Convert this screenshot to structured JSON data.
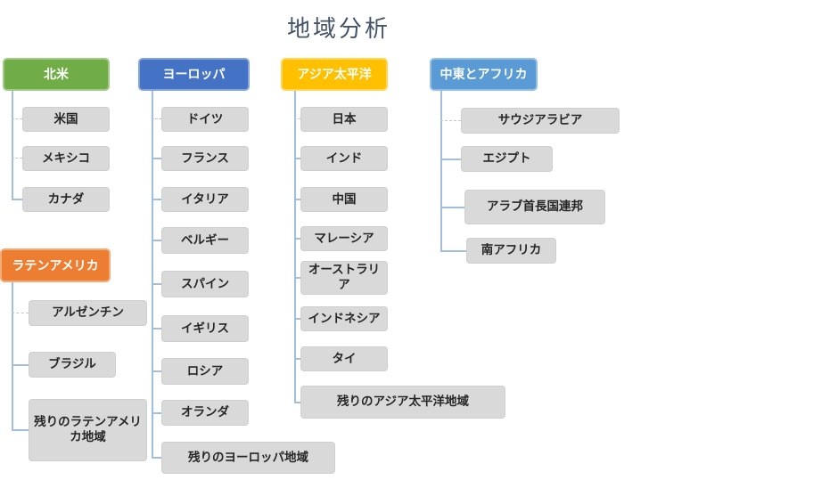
{
  "title": "地域分析",
  "colors": {
    "title_text": "#44546A",
    "node_fill": "#D9D9D9",
    "connector_blue": "#A3BEDC",
    "connector_dashed_gray": "#C6C6C6",
    "north_america": "#70AD47",
    "latin_america": "#ED7D31",
    "europe": "#4472C4",
    "asia_pacific": "#FFC000",
    "middle_east_africa": "#5B9BD5"
  },
  "groups": [
    {
      "name": "north-america",
      "label": "北米",
      "color": "#70AD47",
      "children": [
        "米国",
        "メキシコ",
        "カナダ"
      ]
    },
    {
      "name": "latin-america",
      "label": "ラテンアメリカ",
      "color": "#ED7D31",
      "children": [
        "アルゼンチン",
        "ブラジル",
        "残りのラテンアメリカ地域"
      ]
    },
    {
      "name": "europe",
      "label": "ヨーロッパ",
      "color": "#4472C4",
      "children": [
        "ドイツ",
        "フランス",
        "イタリア",
        "ベルギー",
        "スパイン",
        "イギリス",
        "ロシア",
        "オランダ",
        "残りのヨーロッパ地域"
      ]
    },
    {
      "name": "asia-pacific",
      "label": "アジア太平洋",
      "color": "#FFC000",
      "children": [
        "日本",
        "インド",
        "中国",
        "マレーシア",
        "オーストラリア",
        "インドネシア",
        "タイ",
        "残りのアジア太平洋地域"
      ]
    },
    {
      "name": "middle-east-africa",
      "label": "中東とアフリカ",
      "color": "#5B9BD5",
      "children": [
        "サウジアラビア",
        "エジプト",
        "アラブ首長国連邦",
        "南アフリカ"
      ]
    }
  ]
}
